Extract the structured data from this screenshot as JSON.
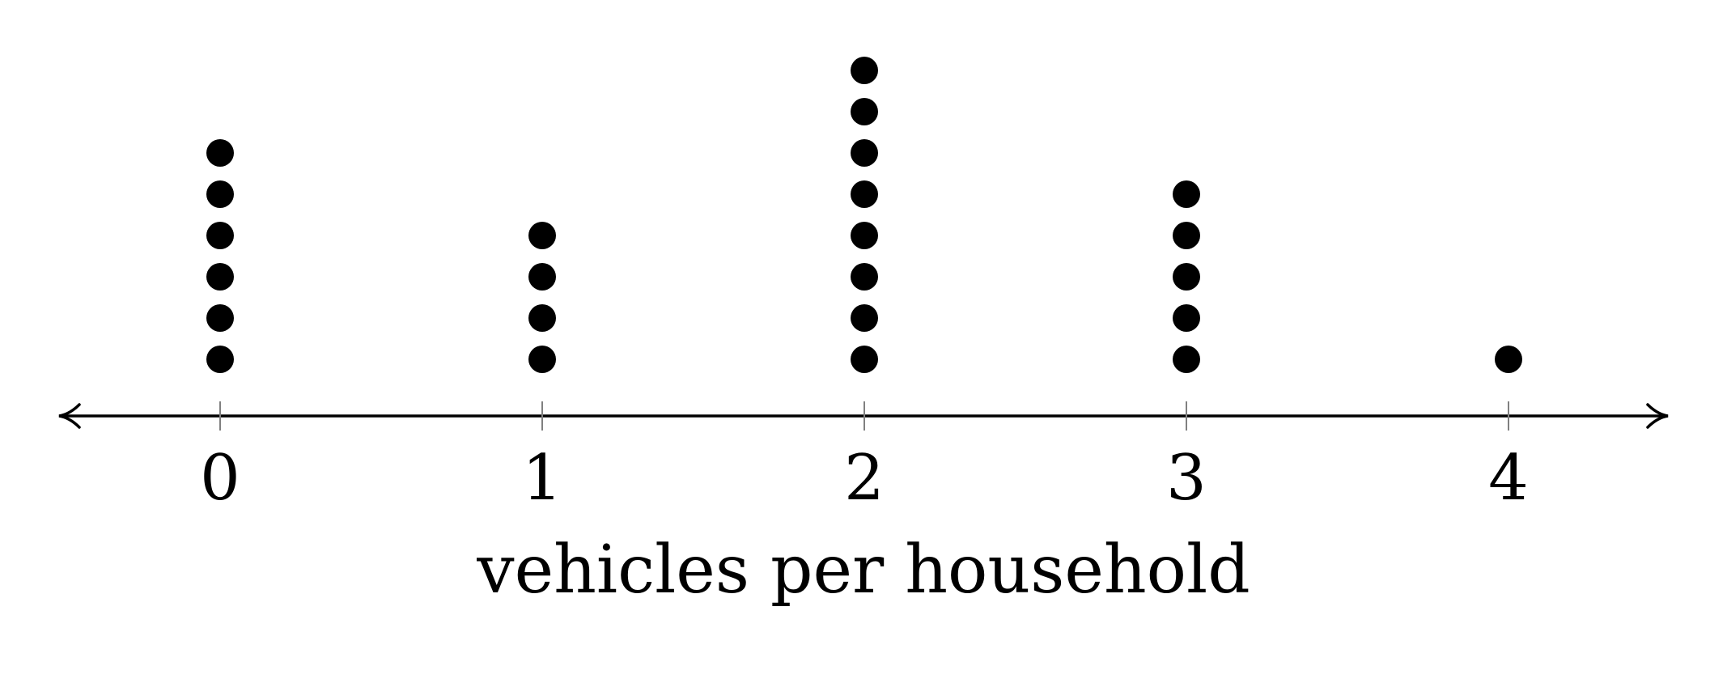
{
  "chart_data": {
    "type": "dot-plot",
    "xlabel": "vehicles per household",
    "x": [
      0,
      1,
      2,
      3,
      4
    ],
    "tick_labels": [
      "0",
      "1",
      "2",
      "3",
      "4"
    ],
    "counts": [
      6,
      4,
      8,
      5,
      1
    ],
    "xlim": [
      -0.5,
      4.5
    ],
    "grid": false,
    "axis_arrows": "both",
    "colors": {
      "dot": "#000000",
      "axis": "#000000",
      "tick": "#808080"
    }
  }
}
